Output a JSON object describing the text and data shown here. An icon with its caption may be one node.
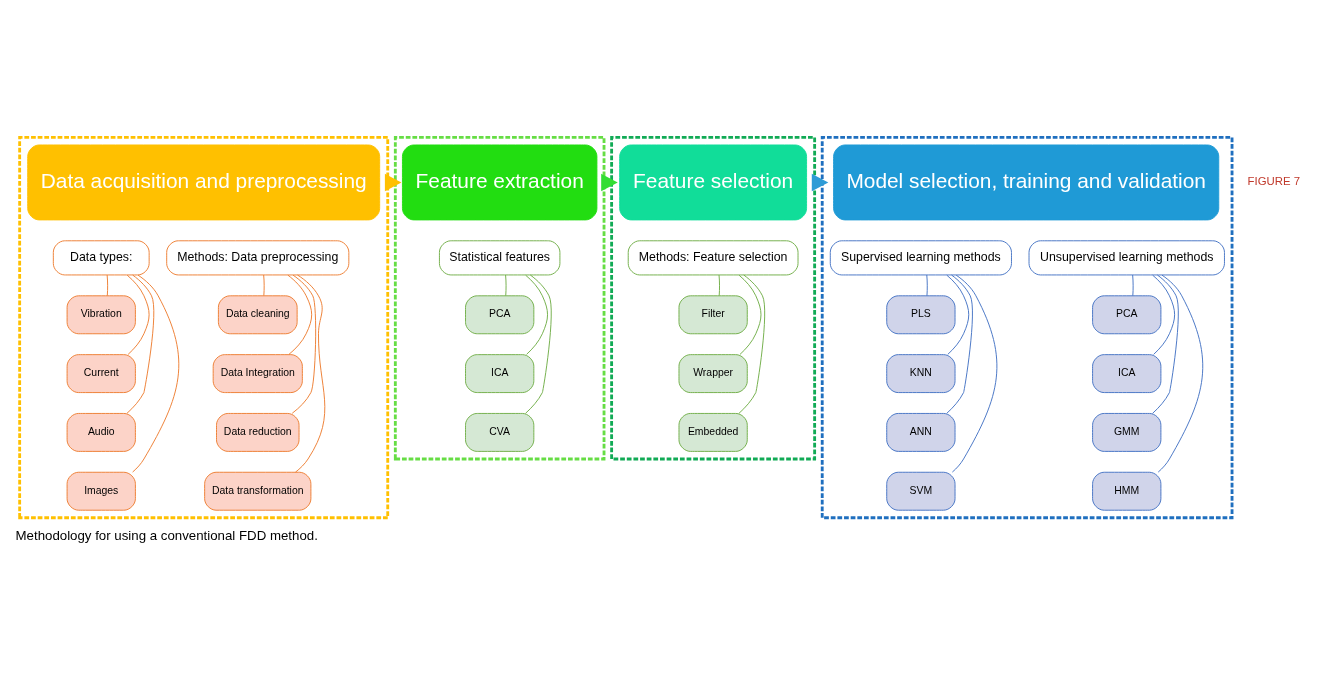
{
  "diagram": {
    "caption": "Methodology for using a conventional FDD method.",
    "nodes": [
      {
        "text": [],
        "shape": "box"
      },
      {
        "text": [
          "Data acquisition and preprocessing"
        ],
        "in": 0
      },
      {
        "text": [
          "Data types:"
        ],
        "in": 0
      },
      {
        "text": [
          "Vibration"
        ],
        "in": 0
      },
      {
        "text": [
          "Current"
        ],
        "in": 0
      },
      {
        "text": [
          "Audio"
        ],
        "in": 0
      },
      {
        "text": [
          "Images"
        ],
        "in": 0
      },
      {
        "text": [
          "Methods: Data preprocessing"
        ],
        "in": 0
      },
      {
        "text": [
          "Data cleaning"
        ],
        "in": 0
      },
      {
        "text": [
          "Data Integration"
        ],
        "in": 0
      },
      {
        "text": [
          "Data reduction"
        ],
        "in": 0
      },
      {
        "text": [
          "Data transformation"
        ],
        "in": 0
      },
      {
        "text": [],
        "shape": "box"
      },
      {
        "text": [
          "Feature extraction"
        ],
        "in": 12
      },
      {
        "text": [
          "Statistical features"
        ],
        "in": 12
      },
      {
        "text": [
          "PCA"
        ],
        "in": 12
      },
      {
        "text": [
          "ICA"
        ],
        "in": 12
      },
      {
        "text": [
          "CVA"
        ],
        "in": 12
      },
      {
        "text": [],
        "shape": "box"
      },
      {
        "text": [
          "Feature selection"
        ],
        "in": 18
      },
      {
        "text": [
          "Methods: Feature selection"
        ],
        "in": 18
      },
      {
        "text": [
          "Filter"
        ],
        "in": 18
      },
      {
        "text": [
          "Wrapper"
        ],
        "in": 18
      },
      {
        "text": [
          "Embedded"
        ],
        "in": 18
      },
      {
        "text": [],
        "shape": "box"
      },
      {
        "text": [
          "Model selection, training and validation"
        ],
        "in": 24
      },
      {
        "text": [
          "Supervised learning methods"
        ],
        "in": 24
      },
      {
        "text": [
          "PLS"
        ],
        "in": 24
      },
      {
        "text": [
          "KNN"
        ],
        "in": 24
      },
      {
        "text": [
          "ANN"
        ],
        "in": 24
      },
      {
        "text": [
          "SVM"
        ],
        "in": 24
      },
      {
        "text": [
          "Unsupervised learning methods"
        ],
        "in": 24
      },
      {
        "text": [
          "PCA"
        ],
        "in": 24
      },
      {
        "text": [
          "ICA"
        ],
        "in": 24
      },
      {
        "text": [
          "GMM"
        ],
        "in": 24
      },
      {
        "text": [
          "HMM"
        ],
        "in": 24
      }
    ],
    "edges": [
      {
        "from": 0,
        "to": 12,
        "arrow": "to",
        "style": "thick",
        "color": "#ffc000"
      },
      {
        "from": 12,
        "to": 18,
        "arrow": "to",
        "style": "thick",
        "color": "#33dd33"
      },
      {
        "from": 18,
        "to": 24,
        "arrow": "to",
        "style": "thick",
        "color": "#2e9bd6"
      },
      {
        "from": 2,
        "to": 3,
        "arrow": "none",
        "color": "#ed7d31"
      },
      {
        "from": 2,
        "to": 4,
        "arrow": "none",
        "color": "#ed7d31"
      },
      {
        "from": 2,
        "to": 5,
        "arrow": "none",
        "color": "#ed7d31"
      },
      {
        "from": 2,
        "to": 6,
        "arrow": "none",
        "color": "#ed7d31"
      },
      {
        "from": 7,
        "to": 8,
        "arrow": "none",
        "color": "#ed7d31"
      },
      {
        "from": 7,
        "to": 9,
        "arrow": "none",
        "color": "#ed7d31"
      },
      {
        "from": 7,
        "to": 10,
        "arrow": "none",
        "color": "#ed7d31"
      },
      {
        "from": 7,
        "to": 11,
        "arrow": "none",
        "color": "#ed7d31"
      },
      {
        "from": 14,
        "to": 15,
        "arrow": "none",
        "color": "#70ad47"
      },
      {
        "from": 14,
        "to": 16,
        "arrow": "none",
        "color": "#70ad47"
      },
      {
        "from": 14,
        "to": 17,
        "arrow": "none",
        "color": "#70ad47"
      },
      {
        "from": 20,
        "to": 21,
        "arrow": "none",
        "color": "#70ad47"
      },
      {
        "from": 20,
        "to": 22,
        "arrow": "none",
        "color": "#70ad47"
      },
      {
        "from": 20,
        "to": 23,
        "arrow": "none",
        "color": "#70ad47"
      },
      {
        "from": 26,
        "to": 27,
        "arrow": "none",
        "color": "#4472c4"
      },
      {
        "from": 26,
        "to": 28,
        "arrow": "none",
        "color": "#4472c4"
      },
      {
        "from": 26,
        "to": 29,
        "arrow": "none",
        "color": "#4472c4"
      },
      {
        "from": 26,
        "to": 30,
        "arrow": "none",
        "color": "#4472c4"
      },
      {
        "from": 31,
        "to": 32,
        "arrow": "none",
        "color": "#4472c4"
      },
      {
        "from": 31,
        "to": 33,
        "arrow": "none",
        "color": "#4472c4"
      },
      {
        "from": 31,
        "to": 34,
        "arrow": "none",
        "color": "#4472c4"
      },
      {
        "from": 31,
        "to": 35,
        "arrow": "none",
        "color": "#4472c4"
      }
    ],
    "labels": [
      "FIGURE 7"
    ]
  }
}
